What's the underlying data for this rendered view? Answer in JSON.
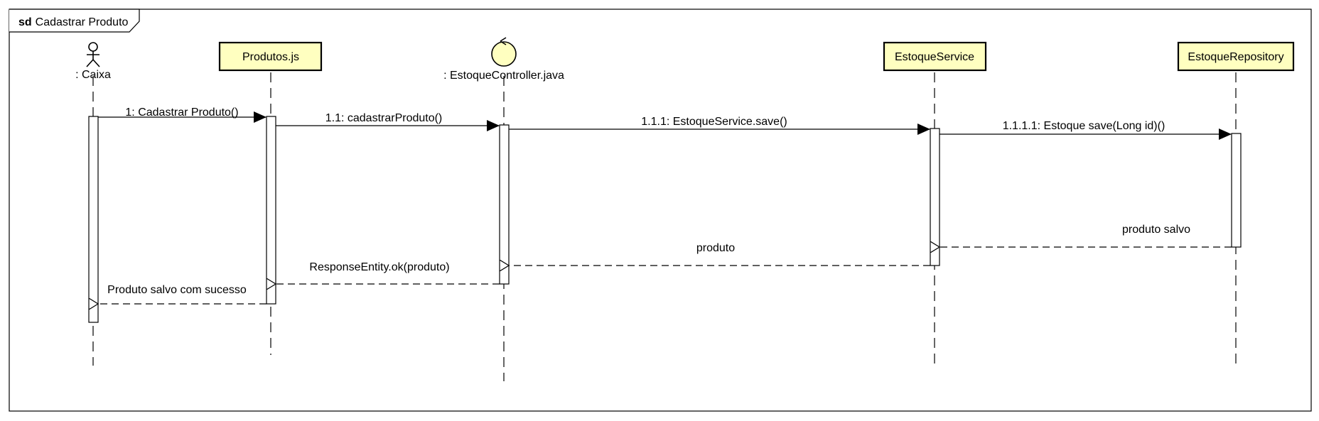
{
  "frame": {
    "keyword": "sd",
    "title": "Cadastrar Produto"
  },
  "participants": [
    {
      "id": "caixa",
      "kind": "actor",
      "label": ": Caixa"
    },
    {
      "id": "produtos",
      "kind": "box",
      "label": "Produtos.js"
    },
    {
      "id": "controller",
      "kind": "control",
      "label": ": EstoqueController.java"
    },
    {
      "id": "service",
      "kind": "box",
      "label": "EstoqueService"
    },
    {
      "id": "repository",
      "kind": "box",
      "label": "EstoqueRepository"
    }
  ],
  "messages": [
    {
      "from": "caixa",
      "to": "produtos",
      "type": "sync",
      "label": "1: Cadastrar Produto()"
    },
    {
      "from": "produtos",
      "to": "controller",
      "type": "sync",
      "label": "1.1: cadastrarProduto()"
    },
    {
      "from": "controller",
      "to": "service",
      "type": "sync",
      "label": "1.1.1: EstoqueService.save()"
    },
    {
      "from": "service",
      "to": "repository",
      "type": "sync",
      "label": "1.1.1.1: Estoque save(Long id)()"
    },
    {
      "from": "repository",
      "to": "service",
      "type": "return",
      "label": "produto salvo"
    },
    {
      "from": "service",
      "to": "controller",
      "type": "return",
      "label": "produto"
    },
    {
      "from": "controller",
      "to": "produtos",
      "type": "return",
      "label": "ResponseEntity.ok(produto)"
    },
    {
      "from": "produtos",
      "to": "caixa",
      "type": "return",
      "label": "Produto salvo com sucesso"
    }
  ],
  "colors": {
    "box_fill": "#ffffc0",
    "line": "#000000"
  }
}
